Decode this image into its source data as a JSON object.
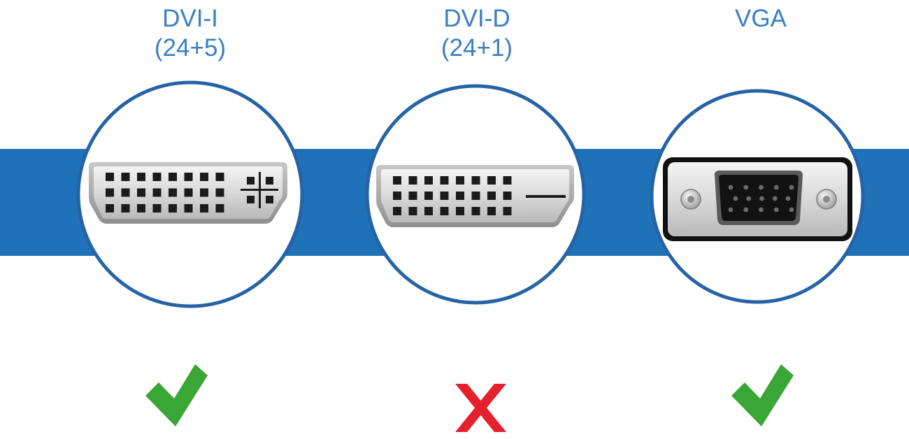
{
  "colors": {
    "band": "#1f71b8",
    "ring": "#2563a6",
    "label": "#3a7ec4",
    "check": "#3aa635",
    "cross": "#e4212c"
  },
  "connectors": [
    {
      "name": "DVI-I",
      "pins": "(24+5)",
      "connector_icon": "dvi-i-connector-icon",
      "status": "supported",
      "status_icon": "check-icon"
    },
    {
      "name": "DVI-D",
      "pins": "(24+1)",
      "connector_icon": "dvi-d-connector-icon",
      "status": "not-supported",
      "status_icon": "cross-icon"
    },
    {
      "name": "VGA",
      "pins": "",
      "connector_icon": "vga-connector-icon",
      "status": "supported",
      "status_icon": "check-icon"
    }
  ]
}
